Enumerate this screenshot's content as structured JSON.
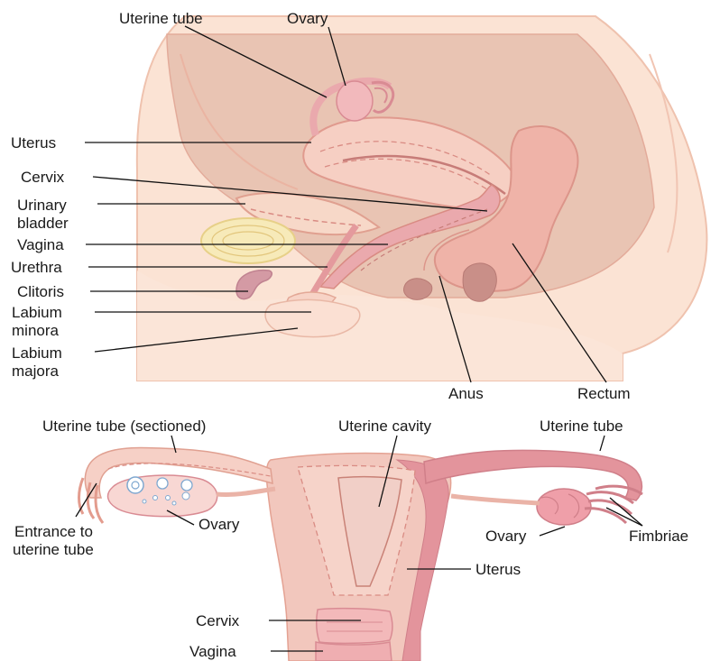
{
  "sagittal": {
    "labels": {
      "uterine_tube": "Uterine tube",
      "ovary": "Ovary",
      "uterus": "Uterus",
      "cervix": "Cervix",
      "urinary_bladder_1": "Urinary",
      "urinary_bladder_2": "bladder",
      "vagina": "Vagina",
      "urethra": "Urethra",
      "clitoris": "Clitoris",
      "labium_minora_1": "Labium",
      "labium_minora_2": "minora",
      "labium_majora_1": "Labium",
      "labium_majora_2": "majora",
      "anus": "Anus",
      "rectum": "Rectum"
    }
  },
  "frontal": {
    "labels": {
      "uterine_tube_sectioned": "Uterine tube (sectioned)",
      "uterine_cavity": "Uterine cavity",
      "uterine_tube": "Uterine tube",
      "entrance_1": "Entrance to",
      "entrance_2": "uterine tube",
      "ovary_left": "Ovary",
      "ovary_right": "Ovary",
      "fimbriae": "Fimbriae",
      "uterus": "Uterus",
      "cervix": "Cervix",
      "vagina": "Vagina"
    }
  },
  "colors": {
    "skin_light": "#fbe3d4",
    "skin_mid": "#f3c9b4",
    "cavity": "#e8c3b1",
    "organ_pink": "#eaa9ad",
    "organ_dark": "#d98b93",
    "rectum": "#efb3a8",
    "bladder_yellow": "#f7eab9",
    "outline": "#e29a8e",
    "leader": "#111111"
  }
}
